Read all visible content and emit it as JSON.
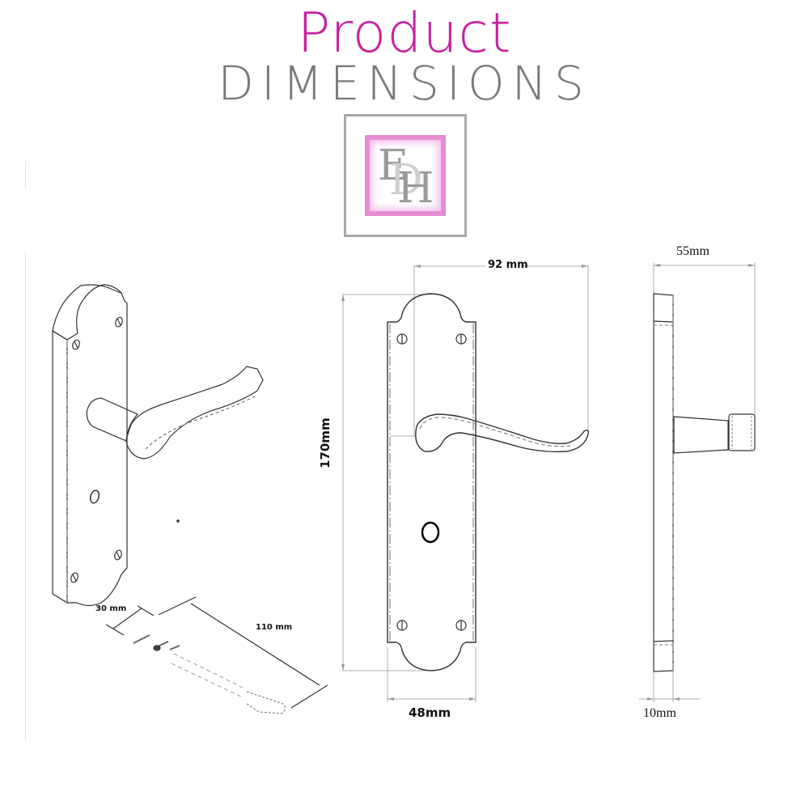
{
  "header": {
    "title_line1": "Product",
    "title_line2": "DIMENSIONS",
    "title_line1_color": "#c8219f",
    "title_line2_color": "#7a7a7a"
  },
  "logo": {
    "letters": [
      "E",
      "D",
      "H"
    ],
    "frame_color": "#a8a8a8",
    "accent_color": "#e58cd2",
    "letter_color": "#9a9a9a"
  },
  "views": {
    "isometric": {
      "name": "Isometric view of lever handle on backplate with spindle",
      "dimensions": {
        "spindle_short": "30 mm",
        "spindle_long": "110 mm"
      }
    },
    "front": {
      "name": "Front elevation of lever on bathroom backplate",
      "dimensions": {
        "lever_projection_width": "92 mm",
        "height": "170mm",
        "plate_width": "48mm"
      }
    },
    "side": {
      "name": "Side elevation",
      "dimensions": {
        "depth": "55mm",
        "plate_thickness": "10mm"
      }
    }
  }
}
